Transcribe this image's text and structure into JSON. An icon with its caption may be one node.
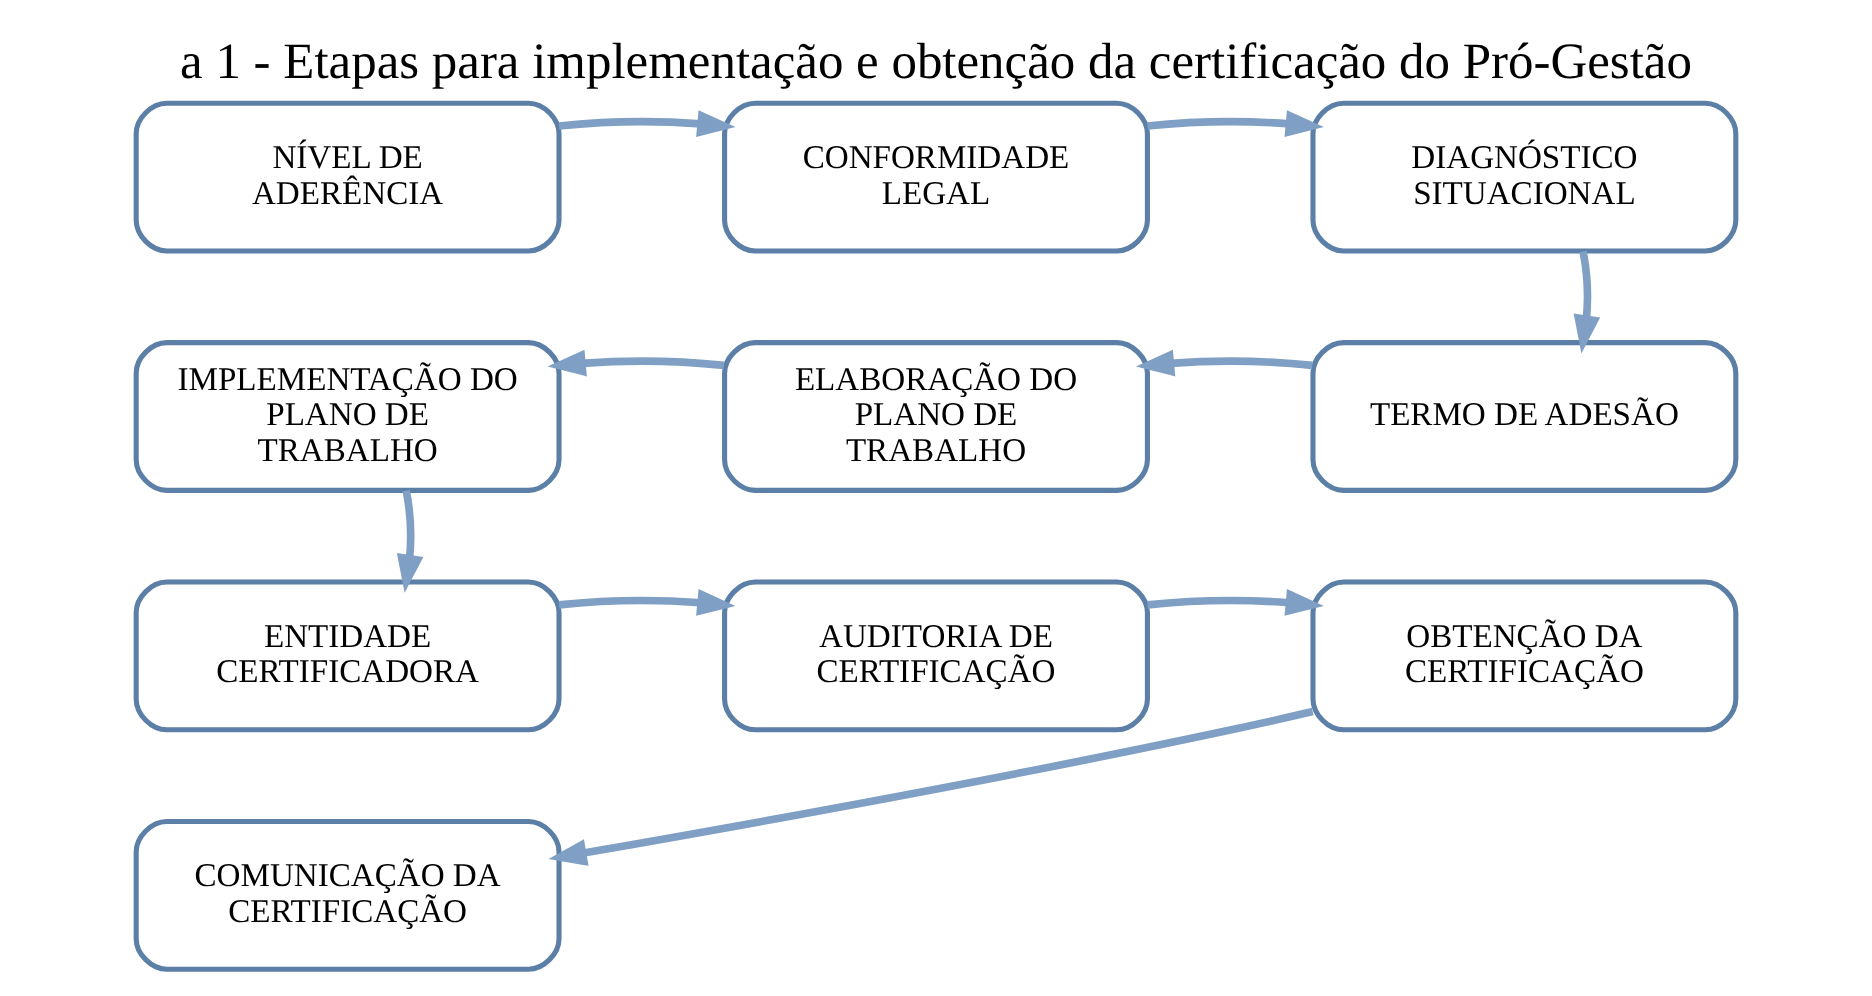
{
  "diagram": {
    "title": "a 1 - Etapas para implementação e obtenção da certificação do Pró-Gestão",
    "nodes": [
      {
        "text": [
          "NÍVEL DE ADERÊNCIA"
        ]
      },
      {
        "text": [
          "CONFORMIDADE LEGAL"
        ]
      },
      {
        "text": [
          "DIAGNÓSTICO SITUACIONAL"
        ]
      },
      {
        "text": [
          "IMPLEMENTAÇÃO DO PLANO DE TRABALHO"
        ]
      },
      {
        "text": [
          "ELABORAÇÃO DO PLANO DE TRABALHO"
        ]
      },
      {
        "text": [
          "TERMO DE ADESÃO"
        ]
      },
      {
        "text": [
          "ENTIDADE CERTIFICADORA"
        ]
      },
      {
        "text": [
          "AUDITORIA DE CERTIFICAÇÃO"
        ]
      },
      {
        "text": [
          "OBTENÇÃO DA CERTIFICAÇÃO"
        ]
      },
      {
        "text": [
          "COMUNICAÇÃO DA CERTIFICAÇÃO"
        ]
      }
    ],
    "edges": [
      {
        "from": 0,
        "to": 1,
        "arrow": "to"
      },
      {
        "from": 1,
        "to": 2,
        "arrow": "to"
      },
      {
        "from": 2,
        "to": 5,
        "arrow": "to"
      },
      {
        "from": 5,
        "to": 4,
        "arrow": "to"
      },
      {
        "from": 4,
        "to": 3,
        "arrow": "to"
      },
      {
        "from": 3,
        "to": 6,
        "arrow": "to"
      },
      {
        "from": 6,
        "to": 7,
        "arrow": "to"
      },
      {
        "from": 7,
        "to": 8,
        "arrow": "to"
      },
      {
        "from": 8,
        "to": 9,
        "arrow": "to"
      }
    ]
  }
}
